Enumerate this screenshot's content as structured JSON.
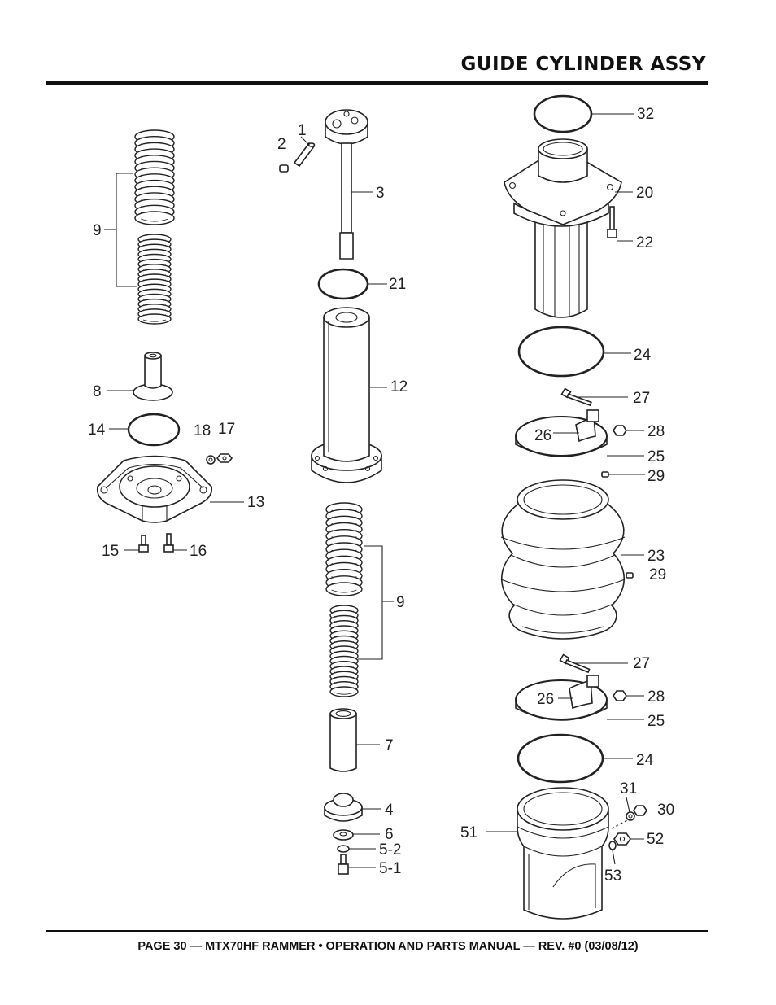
{
  "page": {
    "title": "GUIDE CYLINDER ASSY",
    "footer": "PAGE 30 — MTX70HF RAMMER • OPERATION AND PARTS MANUAL — REV. #0 (03/08/12)"
  },
  "callouts": [
    {
      "id": "c1",
      "text": "1"
    },
    {
      "id": "c2",
      "text": "2"
    },
    {
      "id": "c3",
      "text": "3"
    },
    {
      "id": "c4",
      "text": "4"
    },
    {
      "id": "c5-1",
      "text": "5-1"
    },
    {
      "id": "c5-2",
      "text": "5-2"
    },
    {
      "id": "c6",
      "text": "6"
    },
    {
      "id": "c7",
      "text": "7"
    },
    {
      "id": "c8",
      "text": "8"
    },
    {
      "id": "c9a",
      "text": "9"
    },
    {
      "id": "c9b",
      "text": "9"
    },
    {
      "id": "c12",
      "text": "12"
    },
    {
      "id": "c13",
      "text": "13"
    },
    {
      "id": "c14",
      "text": "14"
    },
    {
      "id": "c15",
      "text": "15"
    },
    {
      "id": "c16",
      "text": "16"
    },
    {
      "id": "c17",
      "text": "17"
    },
    {
      "id": "c18",
      "text": "18"
    },
    {
      "id": "c20",
      "text": "20"
    },
    {
      "id": "c21",
      "text": "21"
    },
    {
      "id": "c22",
      "text": "22"
    },
    {
      "id": "c23",
      "text": "23"
    },
    {
      "id": "c24a",
      "text": "24"
    },
    {
      "id": "c24b",
      "text": "24"
    },
    {
      "id": "c25a",
      "text": "25"
    },
    {
      "id": "c25b",
      "text": "25"
    },
    {
      "id": "c26a",
      "text": "26"
    },
    {
      "id": "c26b",
      "text": "26"
    },
    {
      "id": "c27a",
      "text": "27"
    },
    {
      "id": "c27b",
      "text": "27"
    },
    {
      "id": "c28a",
      "text": "28"
    },
    {
      "id": "c28b",
      "text": "28"
    },
    {
      "id": "c29a",
      "text": "29"
    },
    {
      "id": "c29b",
      "text": "29"
    },
    {
      "id": "c30",
      "text": "30"
    },
    {
      "id": "c31",
      "text": "31"
    },
    {
      "id": "c32",
      "text": "32"
    },
    {
      "id": "c51",
      "text": "51"
    },
    {
      "id": "c52",
      "text": "52"
    },
    {
      "id": "c53",
      "text": "53"
    }
  ]
}
